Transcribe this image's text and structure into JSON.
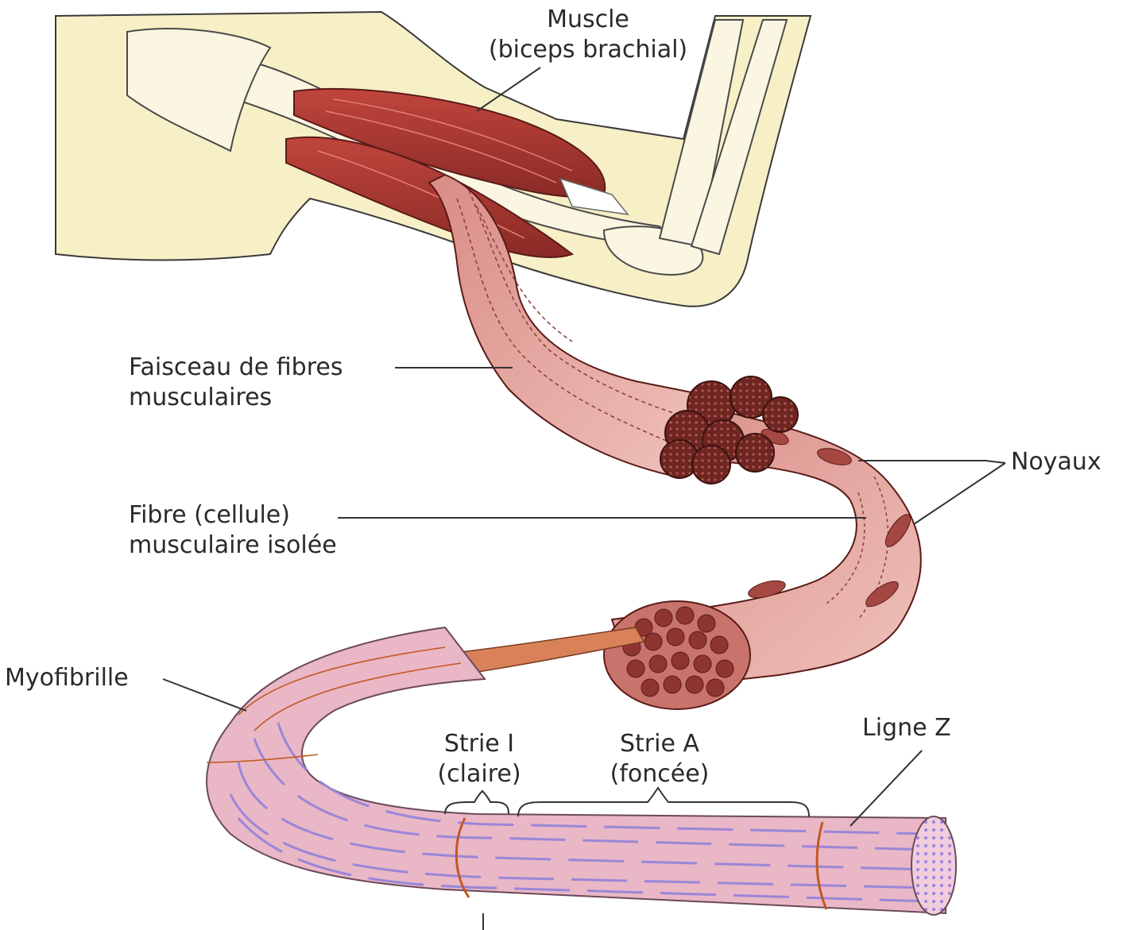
{
  "labels": {
    "muscle": {
      "line1": "Muscle",
      "line2": "(biceps brachial)"
    },
    "faisceau": {
      "line1": "Faisceau de fibres",
      "line2": "musculaires"
    },
    "noyaux": "Noyaux",
    "fibre": {
      "line1": "Fibre (cellule)",
      "line2": "musculaire isolée"
    },
    "myofibrille": "Myofibrille",
    "strie_i": {
      "line1": "Strie I",
      "line2": "(claire)"
    },
    "strie_a": {
      "line1": "Strie A",
      "line2": "(foncée)"
    },
    "ligne_z": "Ligne Z"
  },
  "colors": {
    "skin": "#f7efc6",
    "muscle": "#a8332e",
    "fiber": "#e4a4a0",
    "bundle_end": "#6e2622",
    "myofibril": "#e9b7c6",
    "stripe": "#9a86d8",
    "z_line": "#c2571f",
    "leader": "#333333"
  }
}
